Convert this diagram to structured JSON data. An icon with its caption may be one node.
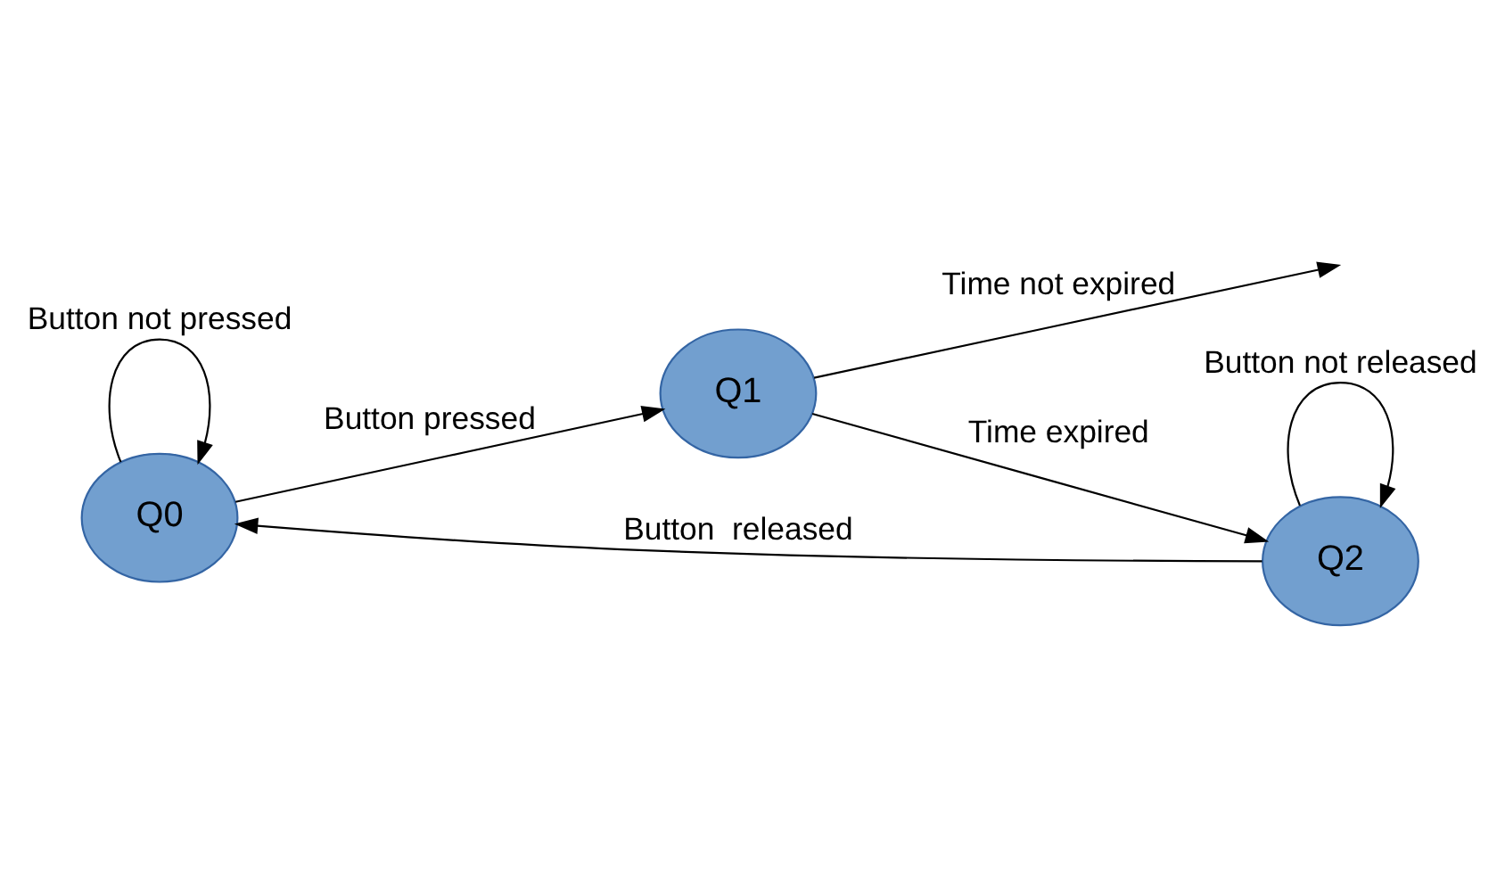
{
  "diagram": {
    "nodes": [
      {
        "text": [
          "Q0"
        ]
      },
      {
        "text": [
          "Q1"
        ]
      },
      {
        "text": [
          "Q2"
        ]
      }
    ],
    "edges": [
      {
        "from": 0,
        "to": 1,
        "arrow": "to",
        "label": "Button pressed"
      },
      {
        "from": 1,
        "to": null,
        "arrow": "to",
        "label": "Time not expired"
      },
      {
        "from": 1,
        "to": 2,
        "arrow": "to",
        "label": "Time expired"
      },
      {
        "from": 2,
        "to": 0,
        "arrow": "to",
        "label": "Button  released"
      },
      {
        "from": 0,
        "to": 0,
        "arrow": "to",
        "label": "Button not pressed"
      },
      {
        "from": 2,
        "to": 2,
        "arrow": "to",
        "label": "Button not released"
      }
    ]
  }
}
